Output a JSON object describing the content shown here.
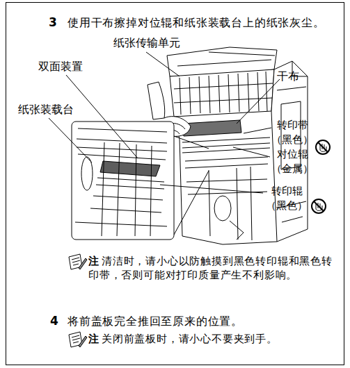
{
  "diagram": {
    "labels": [
      "3",
      "使用干布擦掉对位辊和纸张装载台上的纸张灰尘。",
      "纸张传输单元",
      "双面装置",
      "干布",
      "纸张装载台",
      "转印带 （黑色）",
      "对位辊 （金属）",
      "转印辊 （黑色）",
      "注",
      "清洁时，请小心以防触摸到黑色转印辊和黑色转印带，否则可能对打印质量产生不利影响。",
      "4",
      "将前盖板完全推回至原来的位置。",
      "注",
      "关闭前盖板时，请小心不要夹到手。"
    ]
  }
}
